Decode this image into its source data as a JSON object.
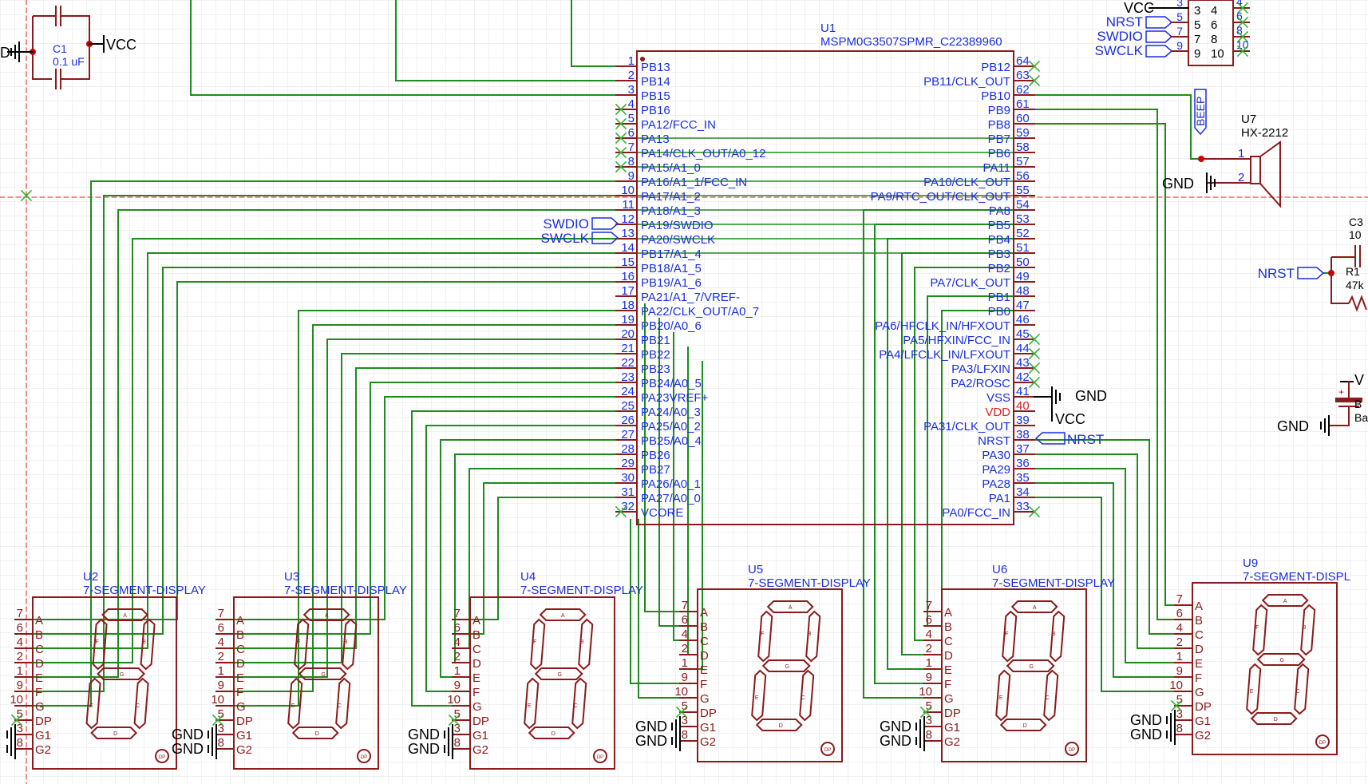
{
  "colors": {
    "wire": "#1f8a1f",
    "component": "#8b1a1a",
    "text": "#1a2ee0",
    "grid": "#e3e3e3",
    "cross": "#33b433",
    "guide": "#e02020",
    "junction": "#cc0000",
    "pin40": "#e02020"
  },
  "c1": {
    "designator": "C1",
    "value": "0.1 uF",
    "vcc": "VCC",
    "gnd_partial": "D"
  },
  "u1": {
    "designator": "U1",
    "part": "MSPM0G3507SPMR_C22389960",
    "left_pins": [
      {
        "num": "1",
        "name": "PB13"
      },
      {
        "num": "2",
        "name": "PB14"
      },
      {
        "num": "3",
        "name": "PB15"
      },
      {
        "num": "4",
        "name": "PB16"
      },
      {
        "num": "5",
        "name": "PA12/FCC_IN"
      },
      {
        "num": "6",
        "name": "PA13"
      },
      {
        "num": "7",
        "name": "PA14/CLK_OUT/A0_12"
      },
      {
        "num": "8",
        "name": "PA15/A1_0"
      },
      {
        "num": "9",
        "name": "PA16/A1_1/FCC_IN"
      },
      {
        "num": "10",
        "name": "PA17/A1_2"
      },
      {
        "num": "11",
        "name": "PA18/A1_3"
      },
      {
        "num": "12",
        "name": "PA19/SWDIO"
      },
      {
        "num": "13",
        "name": "PA20/SWCLK"
      },
      {
        "num": "14",
        "name": "PB17/A1_4"
      },
      {
        "num": "15",
        "name": "PB18/A1_5"
      },
      {
        "num": "16",
        "name": "PB19/A1_6"
      },
      {
        "num": "17",
        "name": "PA21/A1_7/VREF-"
      },
      {
        "num": "18",
        "name": "PA22/CLK_OUT/A0_7"
      },
      {
        "num": "19",
        "name": "PB20/A0_6"
      },
      {
        "num": "20",
        "name": "PB21"
      },
      {
        "num": "21",
        "name": "PB22"
      },
      {
        "num": "22",
        "name": "PB23"
      },
      {
        "num": "23",
        "name": "PB24/A0_5"
      },
      {
        "num": "24",
        "name": "PA23VREF+"
      },
      {
        "num": "25",
        "name": "PA24/A0_3"
      },
      {
        "num": "26",
        "name": "PA25/A0_2"
      },
      {
        "num": "27",
        "name": "PB25/A0_4"
      },
      {
        "num": "28",
        "name": "PB26"
      },
      {
        "num": "29",
        "name": "PB27"
      },
      {
        "num": "30",
        "name": "PA26/A0_1"
      },
      {
        "num": "31",
        "name": "PA27/A0_0"
      },
      {
        "num": "32",
        "name": "VCORE"
      }
    ],
    "right_pins": [
      {
        "num": "64",
        "name": "PB12"
      },
      {
        "num": "63",
        "name": "PB11/CLK_OUT"
      },
      {
        "num": "62",
        "name": "PB10"
      },
      {
        "num": "61",
        "name": "PB9"
      },
      {
        "num": "60",
        "name": "PB8"
      },
      {
        "num": "59",
        "name": "PB7"
      },
      {
        "num": "58",
        "name": "PB6"
      },
      {
        "num": "57",
        "name": "PA11"
      },
      {
        "num": "56",
        "name": "PA10/CLK_OUT"
      },
      {
        "num": "55",
        "name": "PA9/RTC_OUT/CLK_OUT"
      },
      {
        "num": "54",
        "name": "PA8"
      },
      {
        "num": "53",
        "name": "PB5"
      },
      {
        "num": "52",
        "name": "PB4"
      },
      {
        "num": "51",
        "name": "PB3"
      },
      {
        "num": "50",
        "name": "PB2"
      },
      {
        "num": "49",
        "name": "PA7/CLK_OUT"
      },
      {
        "num": "48",
        "name": "PB1"
      },
      {
        "num": "47",
        "name": "PB0"
      },
      {
        "num": "46",
        "name": "PA6/HFCLK_IN/HFXOUT"
      },
      {
        "num": "45",
        "name": "PA5/HFXIN/FCC_IN"
      },
      {
        "num": "44",
        "name": "PA4/LFCLK_IN/LFXOUT"
      },
      {
        "num": "43",
        "name": "PA3/LFXIN"
      },
      {
        "num": "42",
        "name": "PA2/ROSC"
      },
      {
        "num": "41",
        "name": "VSS"
      },
      {
        "num": "40",
        "name": "VDD"
      },
      {
        "num": "39",
        "name": "PA31/CLK_OUT"
      },
      {
        "num": "38",
        "name": "NRST"
      },
      {
        "num": "37",
        "name": "PA30"
      },
      {
        "num": "36",
        "name": "PA29"
      },
      {
        "num": "35",
        "name": "PA28"
      },
      {
        "num": "34",
        "name": "PA1"
      },
      {
        "num": "33",
        "name": "PA0/FCC_IN"
      }
    ],
    "gnd_label": "GND",
    "vcc_label": "VCC",
    "left_ports": [
      "SWDIO",
      "SWCLK"
    ],
    "right_port": "NRST"
  },
  "header": {
    "vcc": "VCC",
    "signals": [
      "NRST",
      "SWDIO",
      "SWCLK"
    ],
    "left_nums": [
      "3",
      "5",
      "7",
      "9"
    ],
    "inner_left": [
      "3",
      "5",
      "7",
      "9"
    ],
    "inner_right": [
      "4",
      "6",
      "8",
      "10"
    ],
    "right_nums": [
      "4",
      "6",
      "8",
      "10"
    ]
  },
  "u7": {
    "designator": "U7",
    "part": "HX-2212",
    "net": "BEEP",
    "gnd": "GND",
    "pin1": "1",
    "pin2": "2"
  },
  "misc": {
    "c3_designator": "C3",
    "c3_value": "10",
    "r1_designator": "R1",
    "r1_value": "47k",
    "nrst": "NRST",
    "bt_designator": "B",
    "bt_value": "Ba",
    "bt_net": "V",
    "gnd": "GND"
  },
  "displays": [
    {
      "designator": "U2",
      "part": "7-SEGMENT-DISPLAY",
      "pins": [
        "7",
        "6",
        "4",
        "2",
        "1",
        "9",
        "10",
        "5",
        "3",
        "8"
      ]
    },
    {
      "designator": "U3",
      "part": "7-SEGMENT-DISPLAY",
      "pins": [
        "7",
        "6",
        "4",
        "2",
        "1",
        "9",
        "10",
        "5",
        "3",
        "8"
      ]
    },
    {
      "designator": "U4",
      "part": "7-SEGMENT-DISPLAY",
      "pins": [
        "7",
        "6",
        "4",
        "2",
        "1",
        "9",
        "10",
        "5",
        "3",
        "8"
      ]
    },
    {
      "designator": "U5",
      "part": "7-SEGMENT-DISPLAY",
      "pins": [
        "7",
        "6",
        "4",
        "2",
        "1",
        "9",
        "10",
        "5",
        "3",
        "8"
      ]
    },
    {
      "designator": "U6",
      "part": "7-SEGMENT-DISPLAY",
      "pins": [
        "7",
        "6",
        "4",
        "2",
        "1",
        "9",
        "10",
        "5",
        "3",
        "8"
      ]
    },
    {
      "designator": "U9",
      "part": "7-SEGMENT-DISPL",
      "pins": [
        "7",
        "6",
        "4",
        "2",
        "1",
        "9",
        "10",
        "5",
        "3",
        "8"
      ]
    }
  ],
  "segment_pin_names": [
    "A",
    "B",
    "C",
    "D",
    "E",
    "F",
    "G",
    "DP",
    "G1",
    "G2"
  ],
  "segment_letters": [
    "A",
    "B",
    "C",
    "D",
    "E",
    "F",
    "G"
  ],
  "dp_label": "DP",
  "gnd": "GND"
}
